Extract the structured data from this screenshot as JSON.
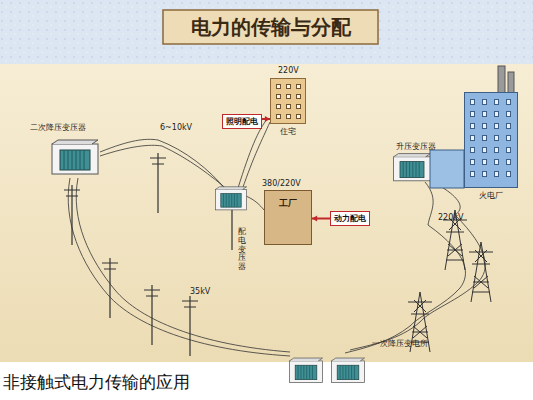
{
  "diagram": {
    "title": "电力的传输与分配",
    "caption": "非接触式电力传输的应用",
    "nodes": [
      {
        "text": [
          "照明配电"
        ]
      },
      {
        "text": [
          "住宅"
        ]
      },
      {
        "text": [
          "动力配电"
        ]
      },
      {
        "text": [
          "工厂"
        ]
      },
      {
        "text": [
          "火电厂"
        ]
      }
    ],
    "edges": [
      {
        "from": 0,
        "to": 1,
        "arrow": "to"
      },
      {
        "from": 2,
        "to": 3,
        "arrow": "to"
      }
    ],
    "labels": [
      "220V",
      "380/220V",
      "6~10kV",
      "35kV",
      "220kV",
      "二次降压变压器",
      "升压变压器",
      "配电变压器",
      "一次降压变电所"
    ]
  }
}
